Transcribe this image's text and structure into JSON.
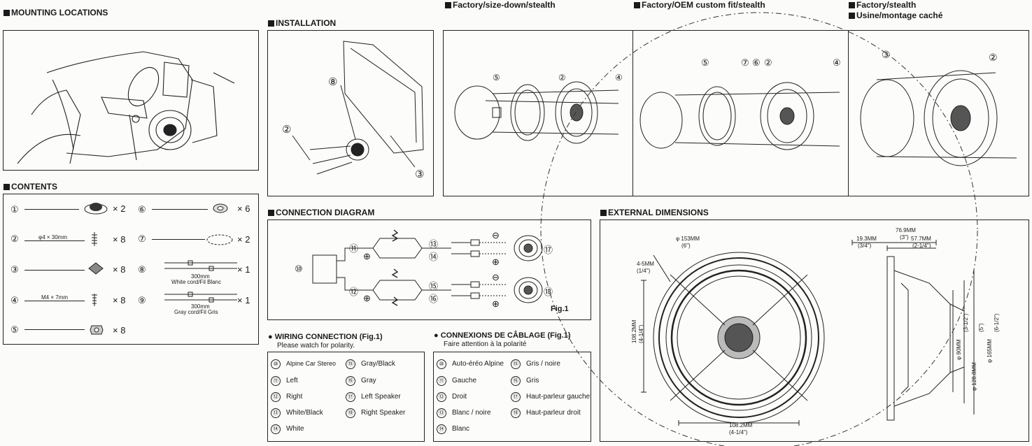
{
  "headers": {
    "factory_size_down": "Factory/size-down/stealth",
    "factory_oem": "Factory/OEM custom fit/stealth",
    "factory_stealth": "Factory/stealth",
    "usine": "Usine/montage caché",
    "mounting": "MOUNTING  LOCATIONS",
    "installation": "INSTALLATION",
    "contents": "CONTENTS",
    "connection": "CONNECTION DIAGRAM",
    "external": "EXTERNAL DIMENSIONS"
  },
  "installation_callouts": [
    "⑧",
    "②",
    "③"
  ],
  "exploded_callouts": {
    "a": [
      "⑤",
      "②",
      "④"
    ],
    "b": [
      "⑤",
      "⑦",
      "⑥",
      "②",
      "④"
    ],
    "c": [
      "③",
      "②"
    ]
  },
  "contents": [
    {
      "num": "①",
      "spec": "",
      "qty": "× 2"
    },
    {
      "num": "②",
      "spec": "φ4 × 30mm",
      "qty": "× 8"
    },
    {
      "num": "③",
      "spec": "",
      "qty": "× 8"
    },
    {
      "num": "④",
      "spec": "M4 × 7mm",
      "qty": "× 8"
    },
    {
      "num": "⑤",
      "spec": "",
      "qty": "× 8"
    },
    {
      "num": "⑥",
      "spec": "",
      "qty": "× 6"
    },
    {
      "num": "⑦",
      "spec": "",
      "qty": "× 2"
    },
    {
      "num": "⑧",
      "spec": "300mm",
      "note": "White cord/Fil Blanc",
      "qty": "× 1"
    },
    {
      "num": "⑨",
      "spec": "300mm",
      "note": "Gray cord/Fil Gris",
      "qty": "× 1"
    }
  ],
  "connection": {
    "n10": "⑩",
    "n11": "⑪",
    "n12": "⑫",
    "n13": "⑬",
    "n14": "⑭",
    "n15": "⑮",
    "n16": "⑯",
    "n17": "⑰",
    "n18": "⑱",
    "minus": "⊖",
    "plus": "⊕",
    "fig": "Fig.1"
  },
  "wiring_en": {
    "title": "WIRING  CONNECTION (Fig.1)",
    "subtitle": "Please watch for polarity.",
    "left": [
      {
        "n": "⑩",
        "t": "Alpine Car Stereo"
      },
      {
        "n": "⑪",
        "t": "Left"
      },
      {
        "n": "⑫",
        "t": "Right"
      },
      {
        "n": "⑬",
        "t": "White/Black"
      },
      {
        "n": "⑭",
        "t": "White"
      }
    ],
    "right": [
      {
        "n": "⑮",
        "t": "Gray/Black"
      },
      {
        "n": "⑯",
        "t": "Gray"
      },
      {
        "n": "⑰",
        "t": "Left Speaker"
      },
      {
        "n": "⑱",
        "t": "Right Speaker"
      }
    ]
  },
  "wiring_fr": {
    "title": "CONNEXIONS  DE  CÂBLAGE (Fig.1)",
    "subtitle": "Faire  attention  à  la  polarité",
    "left": [
      {
        "n": "⑩",
        "t": "Auto-éréo Alpine"
      },
      {
        "n": "⑪",
        "t": "Gauche"
      },
      {
        "n": "⑫",
        "t": "Droit"
      },
      {
        "n": "⑬",
        "t": "Blanc / noire"
      },
      {
        "n": "⑭",
        "t": "Blanc"
      }
    ],
    "right": [
      {
        "n": "⑮",
        "t": "Gris / noire"
      },
      {
        "n": "⑯",
        "t": "Gris"
      },
      {
        "n": "⑰",
        "t": "Haut-parleur gauche"
      },
      {
        "n": "⑱",
        "t": "Haut-parleur droit"
      }
    ]
  },
  "dimensions": {
    "d153": "φ 153MM",
    "d153_in": "(6\")",
    "d4_5": "4-5MM",
    "d4_5_in": "(1/4\")",
    "d108v": "108.2MM",
    "d108v_in": "(4-1/4\")",
    "d108h": "108.2MM",
    "d108h_in": "(4-1/4\")",
    "d19": "19.3MM",
    "d19_in": "(3/4\")",
    "d76": "76.9MM",
    "d76_in": "(3\")",
    "d57": "57.7MM",
    "d57_in": "(2-1/4\")",
    "d90": "φ 90MM",
    "d90_in": "(3-1/2\")",
    "d128": "φ 128.8MM",
    "d128_in": "(5\")",
    "d165": "φ 165MM",
    "d165_in": "(6-1/2\")"
  }
}
